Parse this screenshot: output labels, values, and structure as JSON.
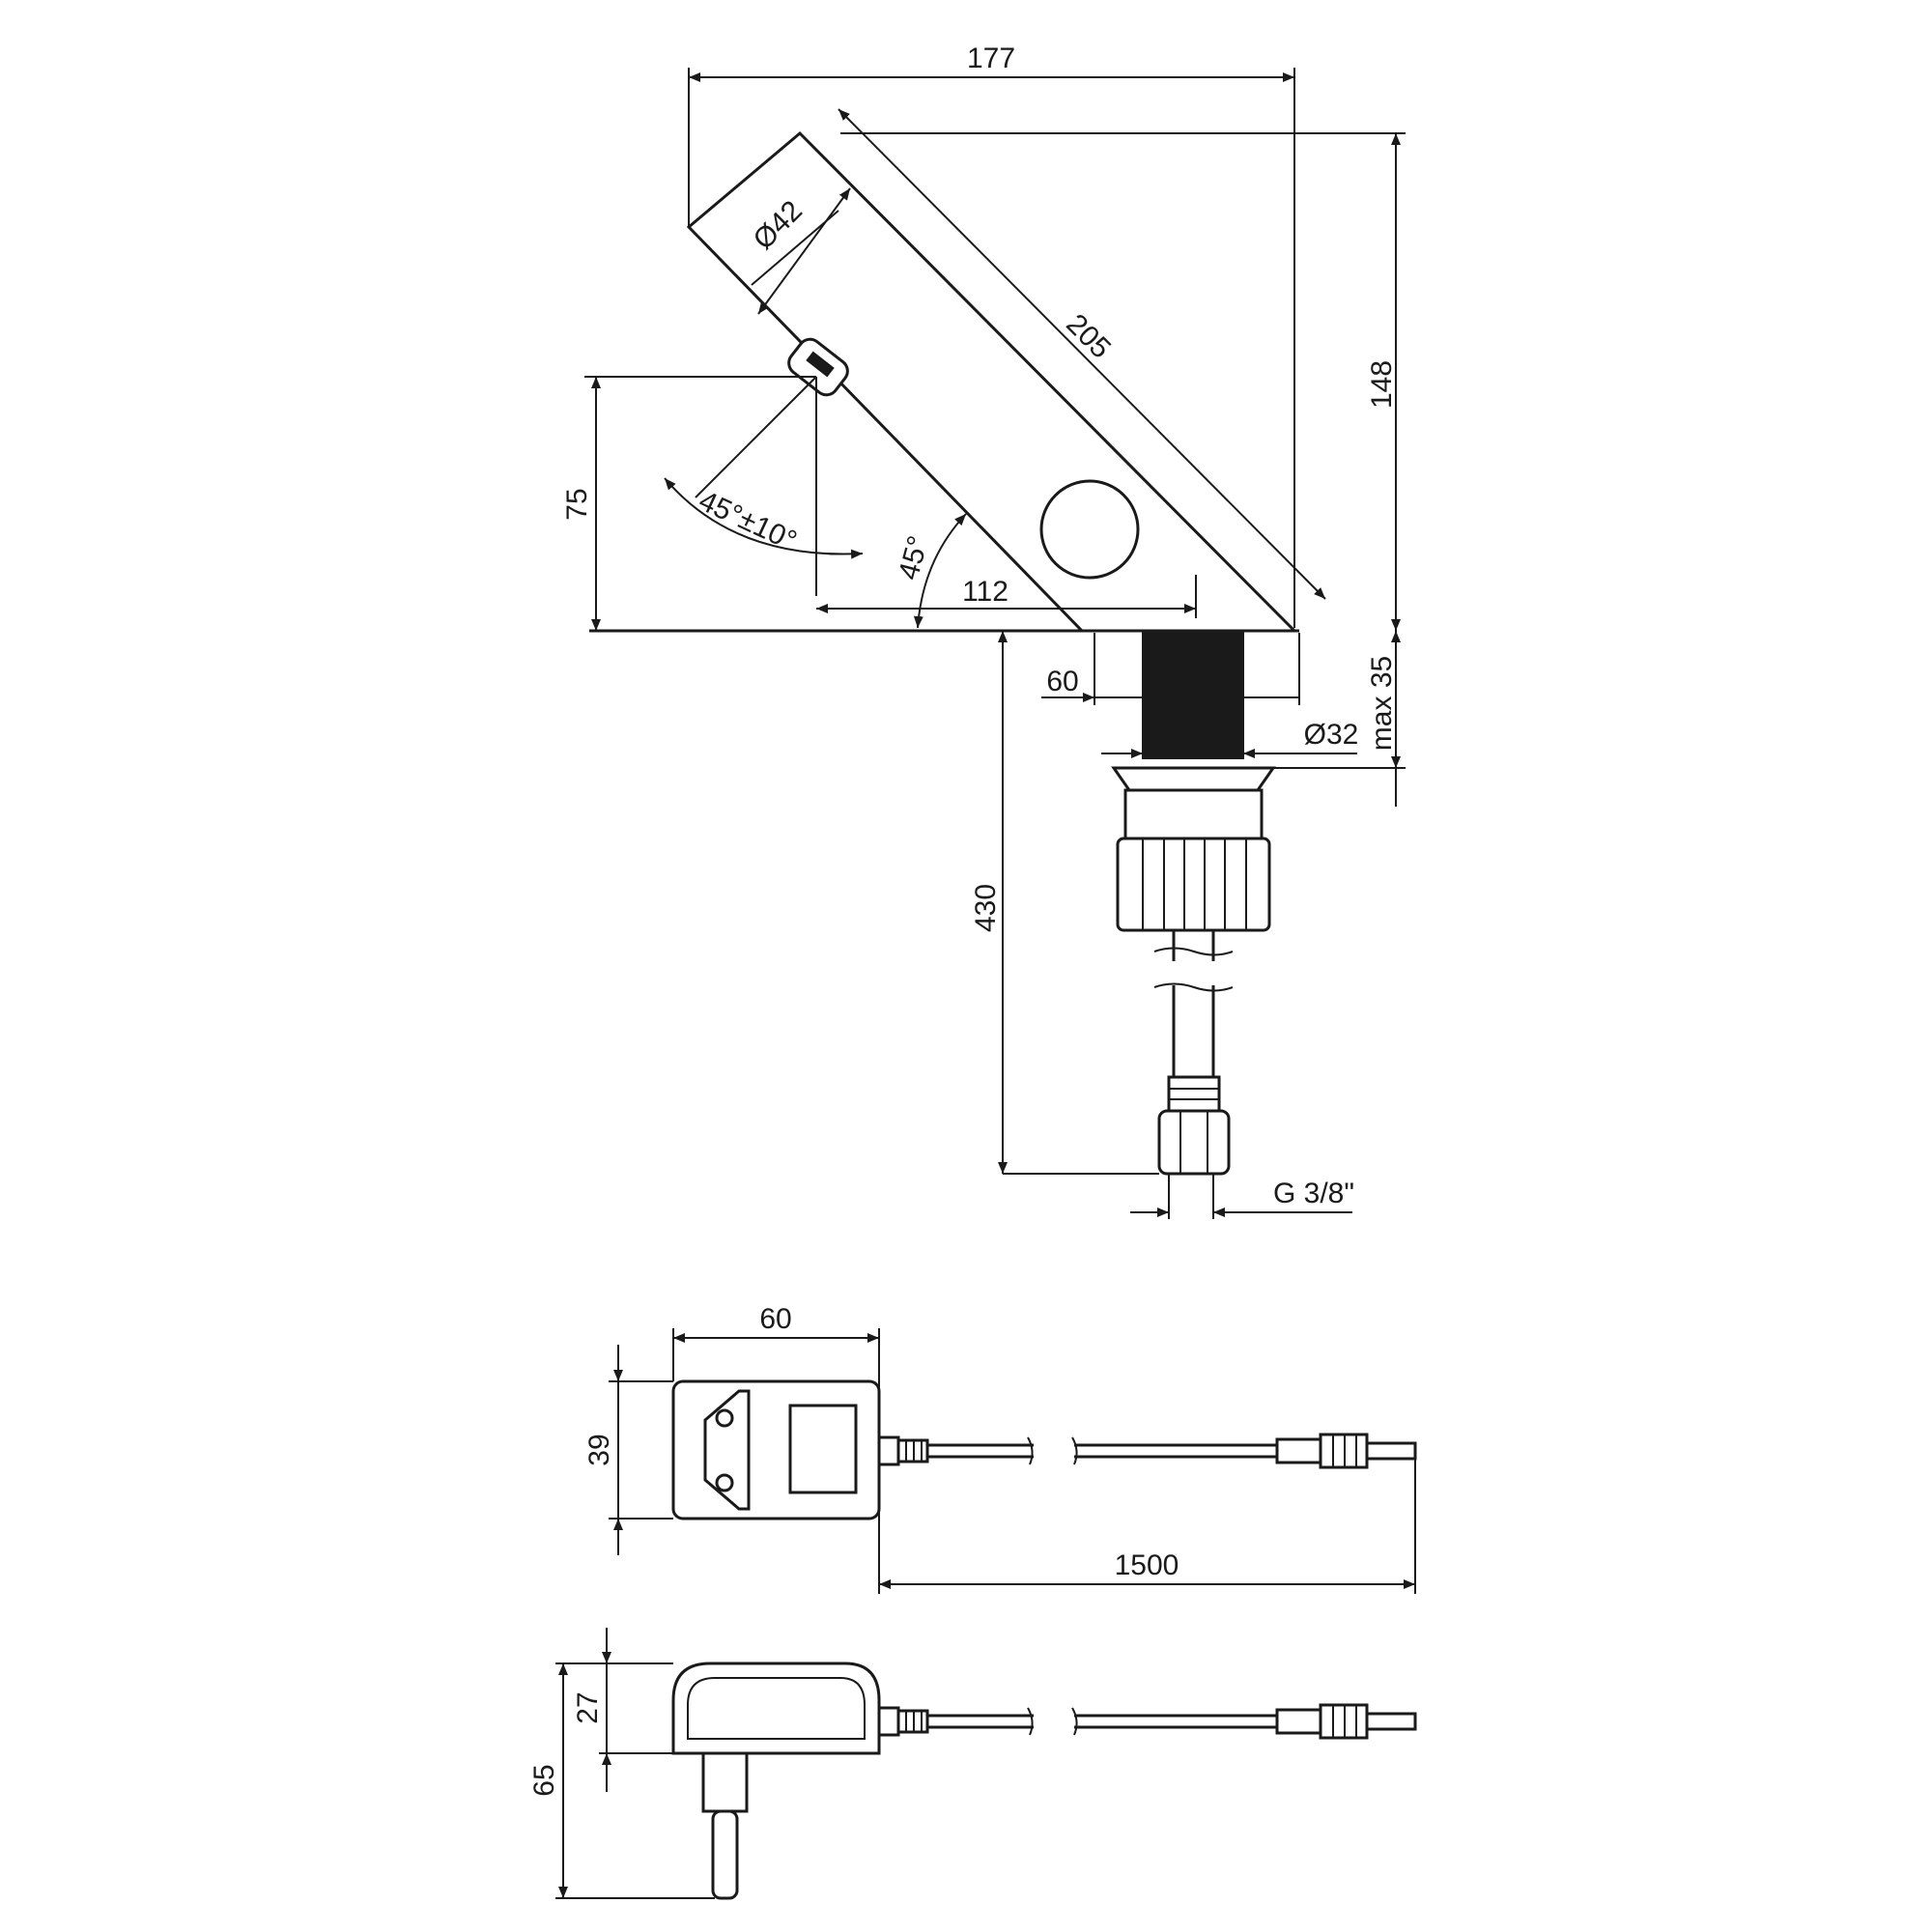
{
  "diagram": {
    "faucet": {
      "dims": {
        "width": "177",
        "spout_diameter": "Ø42",
        "length": "205",
        "height": "148",
        "sensor_height": "75",
        "sensor_angle": "45°±10°",
        "body_angle": "45°",
        "reach": "112",
        "base_width": "60",
        "max_thickness": "max 35",
        "shank_diameter": "Ø32",
        "hose_length": "430",
        "connection": "G 3/8\""
      }
    },
    "adapter_top": {
      "dims": {
        "width": "60",
        "height": "39",
        "cable_length": "1500"
      }
    },
    "adapter_side": {
      "dims": {
        "body_height": "27",
        "total_height": "65"
      }
    }
  }
}
